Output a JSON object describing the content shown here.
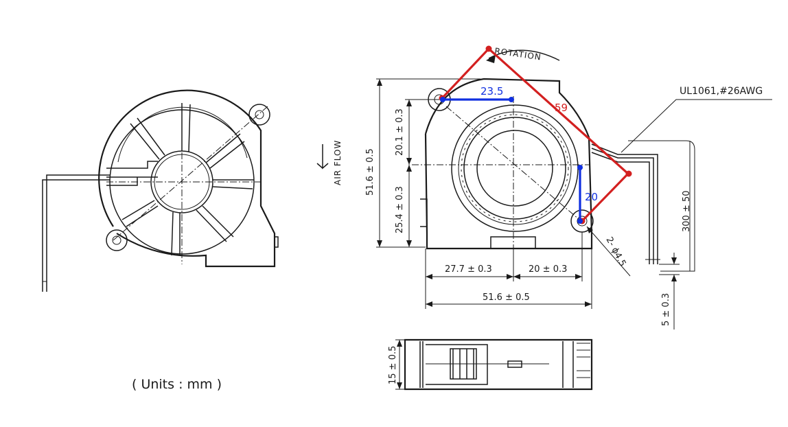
{
  "labels": {
    "rotation": "ROTATION",
    "air_flow": "AIR FLOW",
    "wire_spec": "UL1061,#26AWG",
    "units": "( Units : mm )"
  },
  "dimensions": {
    "height_total": "51.6 ± 0.5",
    "upper_offset": "20.1 ± 0.3",
    "lower_offset": "25.4 ± 0.3",
    "left_offset": "27.7 ± 0.3",
    "right_offset": "20 ± 0.3",
    "width_total": "51.6 ± 0.5",
    "hole_spec": "2- ϕ4.5",
    "wire_length": "300 ± 50",
    "wire_strip": "5 ± 0.3",
    "thickness": "15 ± 0.5"
  },
  "annotations": {
    "red_diagonal": "59",
    "blue_horizontal": "23.5",
    "blue_vertical": "20"
  },
  "colors": {
    "red_annotation": "#d32020",
    "blue_annotation": "#1030e0",
    "line": "#1a1a1a"
  }
}
